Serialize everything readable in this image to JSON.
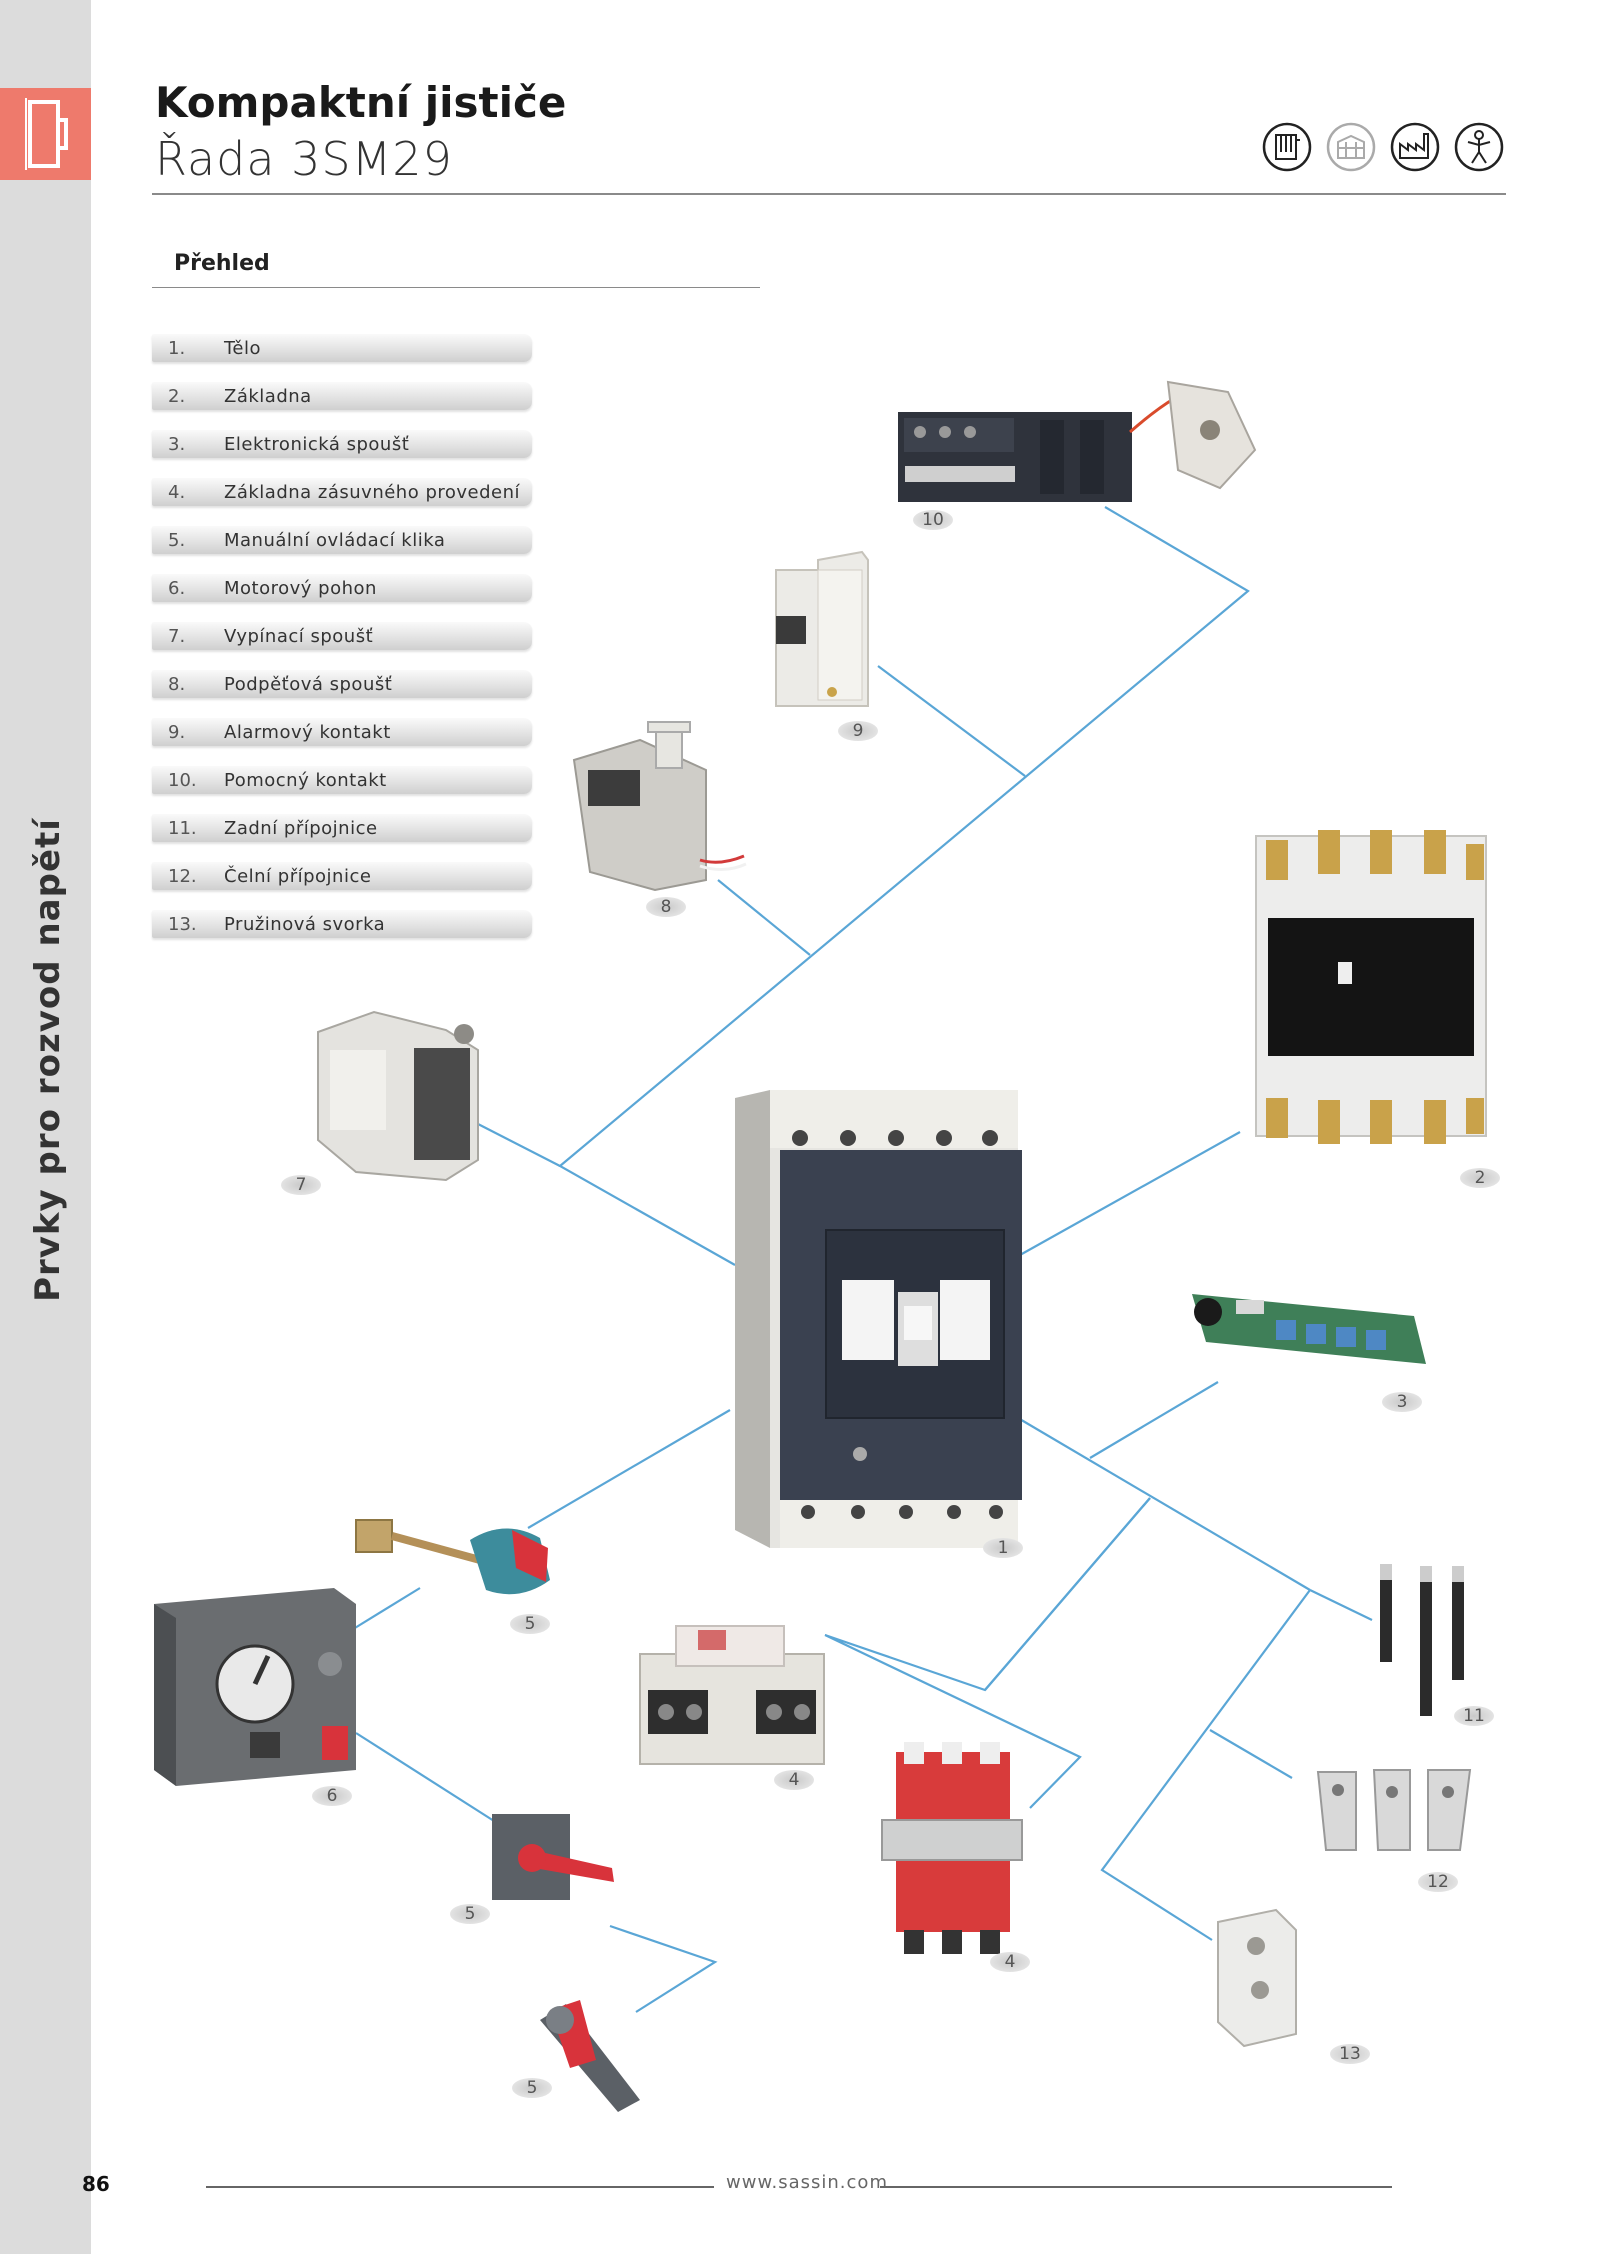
{
  "header": {
    "title": "Kompaktní jističe",
    "subtitle": "Řada 3SM29",
    "icons": [
      "control-panel-icon",
      "building-icon",
      "factory-icon",
      "person-icon"
    ]
  },
  "sidebar": {
    "section_label": "Prvky pro rozvod napětí",
    "tab_icon": "circuit-breaker-icon",
    "page_number": "86"
  },
  "overview": {
    "label": "Přehled",
    "items": [
      {
        "num": "1.",
        "label": "Tělo"
      },
      {
        "num": "2.",
        "label": "Základna"
      },
      {
        "num": "3.",
        "label": "Elektronická spoušť"
      },
      {
        "num": "4.",
        "label": "Základna zásuvného provedení"
      },
      {
        "num": "5.",
        "label": "Manuální ovládací klika"
      },
      {
        "num": "6.",
        "label": "Motorový pohon"
      },
      {
        "num": "7.",
        "label": "Vypínací spoušť"
      },
      {
        "num": "8.",
        "label": "Podpěťová spoušť"
      },
      {
        "num": "9.",
        "label": "Alarmový kontakt"
      },
      {
        "num": "10.",
        "label": "Pomocný kontakt"
      },
      {
        "num": "11.",
        "label": "Zadní přípojnice"
      },
      {
        "num": "12.",
        "label": "Čelní přípojnice"
      },
      {
        "num": "13.",
        "label": "Pružinová svorka"
      }
    ]
  },
  "callouts": {
    "c1": "1",
    "c2": "2",
    "c3": "3",
    "c4a": "4",
    "c4b": "4",
    "c5a": "5",
    "c5b": "5",
    "c5c": "5",
    "c6": "6",
    "c7": "7",
    "c8": "8",
    "c9": "9",
    "c10": "10",
    "c11": "11",
    "c12": "12",
    "c13": "13"
  },
  "colors": {
    "accent": "#ee7a6c",
    "sidebar": "#dcdcdc",
    "connector": "#5aa6d6",
    "breaker_body": "#3a4150",
    "handle_red": "#d8333b"
  },
  "footer": {
    "url": "www.sassin.com"
  }
}
